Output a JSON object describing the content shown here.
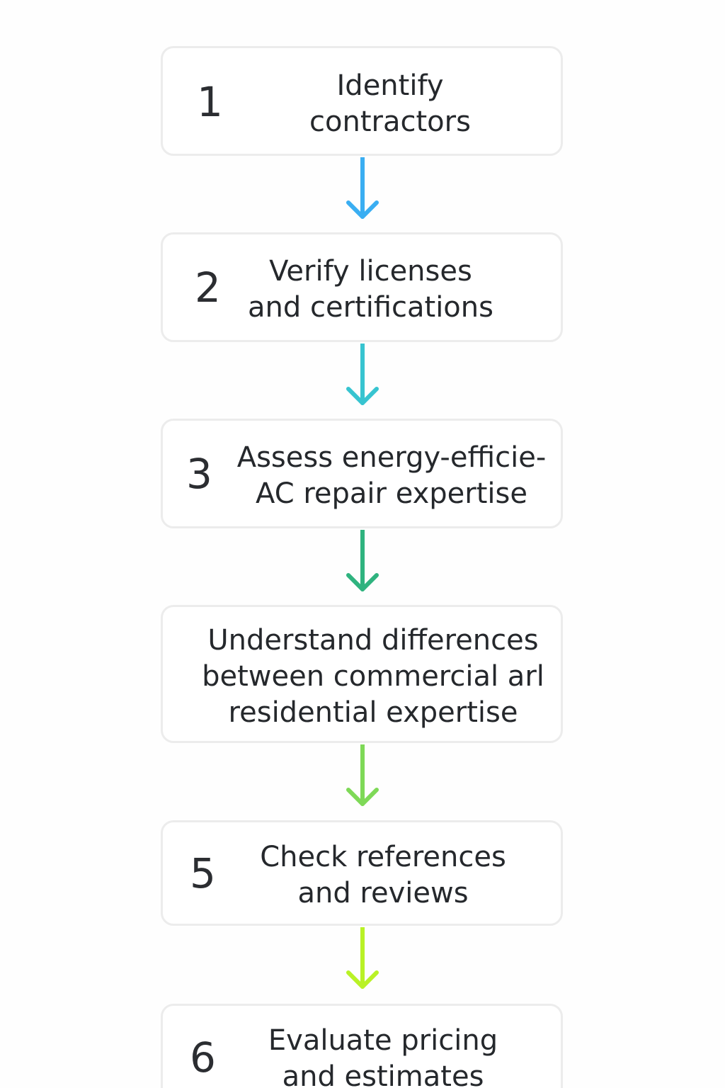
{
  "steps": [
    {
      "number": "1",
      "label": "Identify\ncontractors"
    },
    {
      "number": "2",
      "label": "Verify licenses\nand certifications"
    },
    {
      "number": "3",
      "label": "Assess energy-efficie-\nAC repair expertise"
    },
    {
      "number": "",
      "label": "Understand differences\nbetween commercial arl\nresidential expertise"
    },
    {
      "number": "5",
      "label": "Check references\nand reviews"
    },
    {
      "number": "6",
      "label": "Evaluate pricing\nand estimates"
    }
  ],
  "arrow_colors": [
    "#3aaef2",
    "#37c4d0",
    "#2fb37f",
    "#7ed957",
    "#b9f226"
  ]
}
